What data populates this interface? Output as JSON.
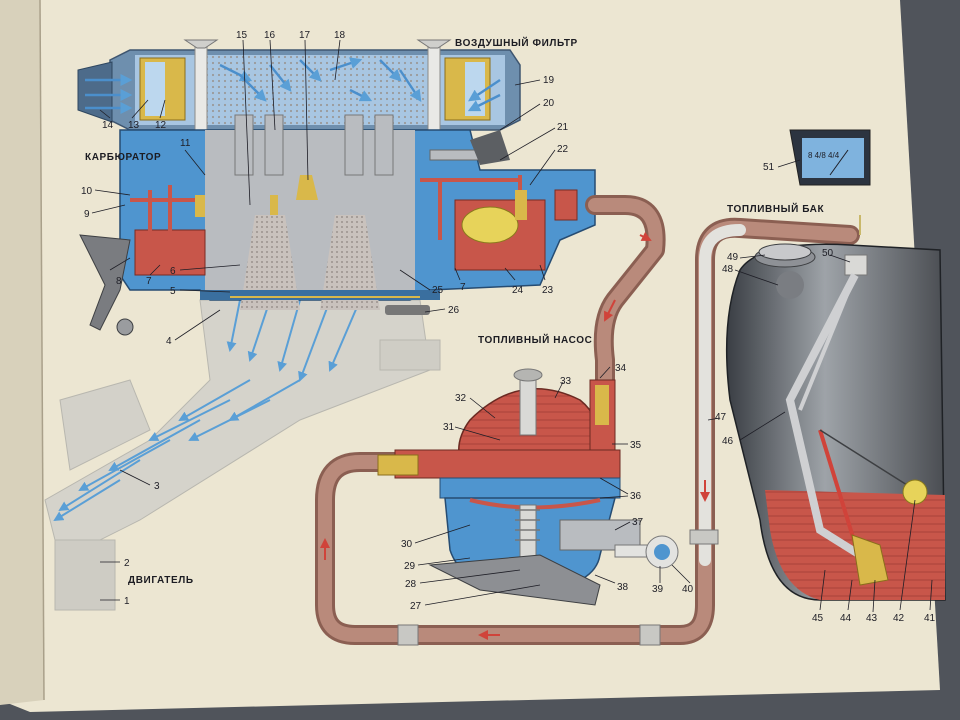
{
  "sections": {
    "air_filter": "ВОЗДУШНЫЙ ФИЛЬТР",
    "carburetor": "КАРБЮРАТОР",
    "fuel_pump": "ТОПЛИВНЫЙ НАСОС",
    "fuel_tank": "ТОПЛИВНЫЙ БАК",
    "engine": "ДВИГАТЕЛЬ"
  },
  "gauge": {
    "label": "8 4/8 4/4"
  },
  "callouts": {
    "n1": "1",
    "n2": "2",
    "n3": "3",
    "n4": "4",
    "n5": "5",
    "n6": "6",
    "n7a": "7",
    "n7b": "7",
    "n8": "8",
    "n9": "9",
    "n10": "10",
    "n11": "11",
    "n12": "12",
    "n13": "13",
    "n14": "14",
    "n15": "15",
    "n16": "16",
    "n17": "17",
    "n18": "18",
    "n19": "19",
    "n20": "20",
    "n21": "21",
    "n22": "22",
    "n23": "23",
    "n24": "24",
    "n25": "25",
    "n26": "26",
    "n27": "27",
    "n28": "28",
    "n29": "29",
    "n30": "30",
    "n31": "31",
    "n32": "32",
    "n33": "33",
    "n34": "34",
    "n35": "35",
    "n36": "36",
    "n37": "37",
    "n38": "38",
    "n39": "39",
    "n40": "40",
    "n41": "41",
    "n42": "42",
    "n43": "43",
    "n44": "44",
    "n45": "45",
    "n46": "46",
    "n47": "47",
    "n48": "48",
    "n49": "49",
    "n50": "50",
    "n51": "51"
  },
  "colors": {
    "paper": "#ece6d2",
    "fuel_red": "#c8564a",
    "air_blue": "#5a9fd6",
    "body_blue": "#4f95cf",
    "brass": "#d9b84a",
    "hose": "#a9786b",
    "metal_grey": "#b9bcc0"
  }
}
